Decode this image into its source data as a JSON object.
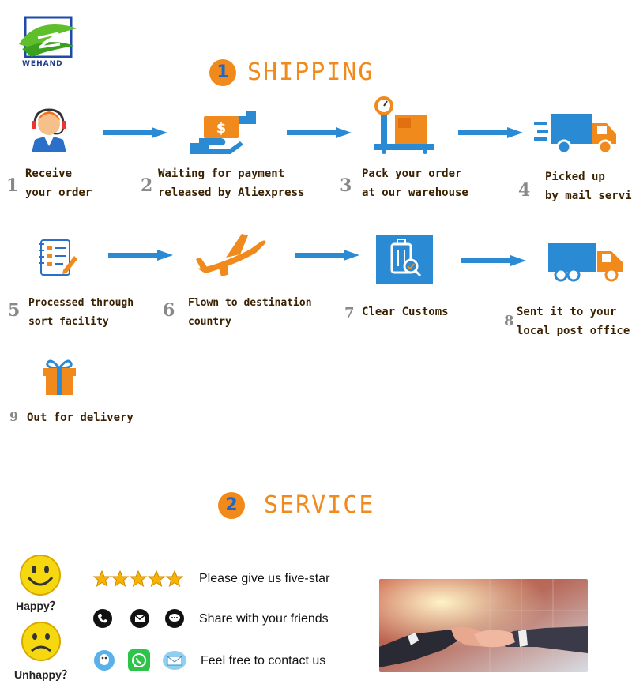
{
  "brand": {
    "name": "WEHAND",
    "color_green": "#5fbf2a",
    "color_blue": "#1e4aa8"
  },
  "sections": [
    {
      "number": "1",
      "title": "SHIPPING"
    },
    {
      "number": "2",
      "title": "SERVICE"
    }
  ],
  "steps": [
    {
      "number": "1",
      "label": "Receive\nyour order",
      "icon": "customer-service-icon"
    },
    {
      "number": "2",
      "label": "Waiting for payment\nreleased by Aliexpress",
      "icon": "payment-icon"
    },
    {
      "number": "3",
      "label": "Pack your order\nat our warehouse",
      "icon": "warehouse-scale-icon"
    },
    {
      "number": "4",
      "label": "Picked up\nby mail service",
      "icon": "delivery-truck-icon"
    },
    {
      "number": "5",
      "label": "Processed through\nsort facility",
      "icon": "checklist-icon"
    },
    {
      "number": "6",
      "label": "Flown to destination\ncountry",
      "icon": "airplane-icon"
    },
    {
      "number": "7",
      "label": "Clear Customs",
      "icon": "customs-luggage-icon"
    },
    {
      "number": "8",
      "label": "Sent it to your\nlocal post office",
      "icon": "truck-icon"
    },
    {
      "number": "9",
      "label": "Out for delivery",
      "icon": "gift-icon"
    }
  ],
  "service": {
    "happy_label": "Happy？",
    "unhappy_label": "Unhappy？",
    "lines": [
      "Please give us five-star",
      "Share with your friends",
      "Feel free to contact us"
    ]
  },
  "colors": {
    "accent": "#f08a1c",
    "blue": "#2a8ad4",
    "text": "#3a2100"
  }
}
